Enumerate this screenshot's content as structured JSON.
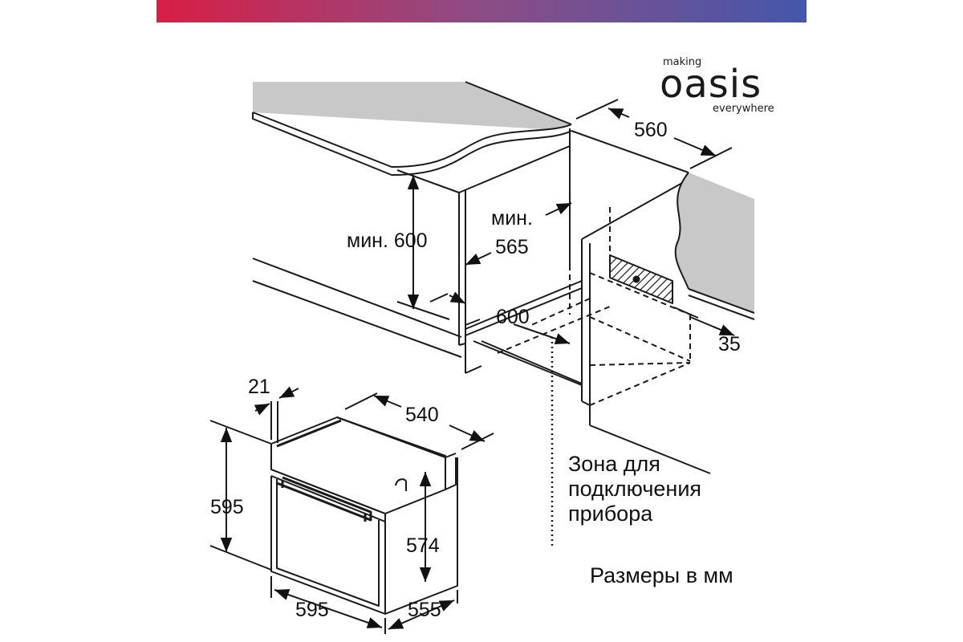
{
  "brand": {
    "top": "making",
    "name": "oasis",
    "bottom": "everywhere"
  },
  "colors": {
    "bar_left": "#d81e45",
    "bar_mid": "#8c4d86",
    "bar_right": "#4457aa",
    "worktop": "#c8c8c8",
    "line": "#1a1a1a"
  },
  "niche": {
    "depth": "560",
    "height_min": "мин. 600",
    "depth_min_label": "мин.",
    "depth_min_value": "565",
    "width": "600",
    "offset": "35"
  },
  "oven": {
    "panel_thickness": "21",
    "depth_top": "540",
    "height": "595",
    "inner_height": "574",
    "width": "595",
    "depth": "555"
  },
  "connection_zone": {
    "line1": "Зона для",
    "line2": "подключения",
    "line3": "прибора"
  },
  "units_note": "Размеры в мм"
}
